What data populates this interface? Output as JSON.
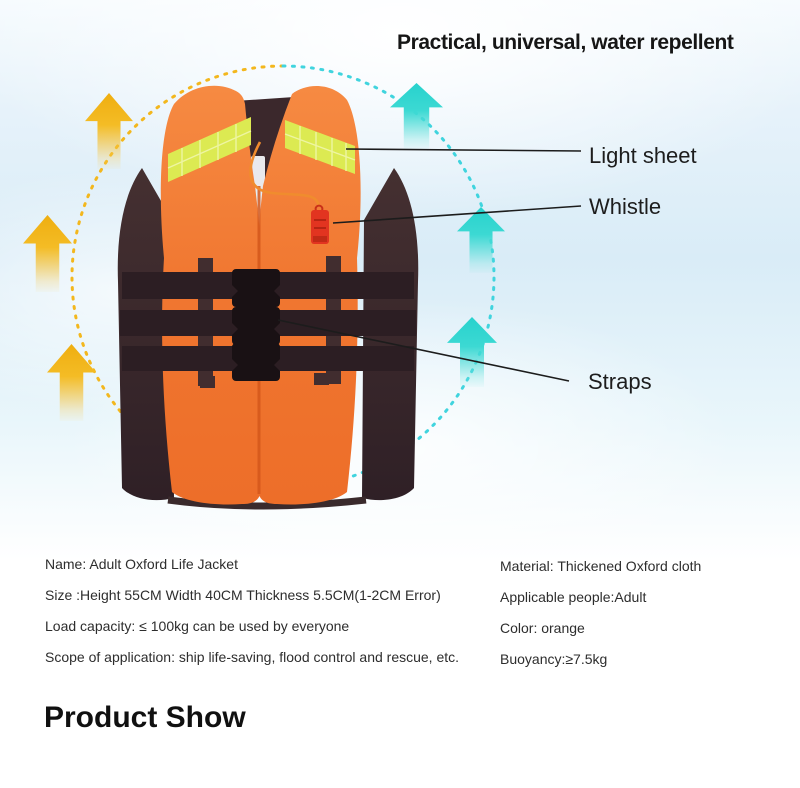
{
  "header": {
    "title": "Practical, universal, water repellent"
  },
  "callouts": [
    {
      "label": "Light sheet"
    },
    {
      "label": "Whistle"
    },
    {
      "label": "Straps"
    }
  ],
  "specs": {
    "left": [
      "Name: Adult Oxford Life Jacket",
      "Size :Height 55CM Width 40CM Thickness 5.5CM(1-2CM Error)",
      "Load capacity: ≤ 100kg can be used by everyone",
      "Scope of application: ship life-saving, flood control and rescue, etc."
    ],
    "right": [
      "Material: Thickened Oxford cloth",
      "Applicable people:Adult",
      "Color: orange",
      "Buoyancy:≥7.5kg"
    ]
  },
  "footer": {
    "heading": "Product Show"
  },
  "icons": {
    "left_arrows": "up-arrow-icon",
    "right_arrows": "up-arrow-icon",
    "circle": "dashed-circle"
  },
  "colors": {
    "background_blue": "#d9ecf7",
    "arrow_yellow": "#f2b318",
    "arrow_cyan": "#36d6d2",
    "circle_yellow": "#f3b71d",
    "circle_cyan": "#40d4de",
    "jacket_orange": "#f07630",
    "jacket_dark": "#38262a",
    "reflective_strip": "#dcea52",
    "whistle_red": "#e23420",
    "callout_line": "#1c1c1c",
    "text_dark": "#1d1d1d"
  }
}
